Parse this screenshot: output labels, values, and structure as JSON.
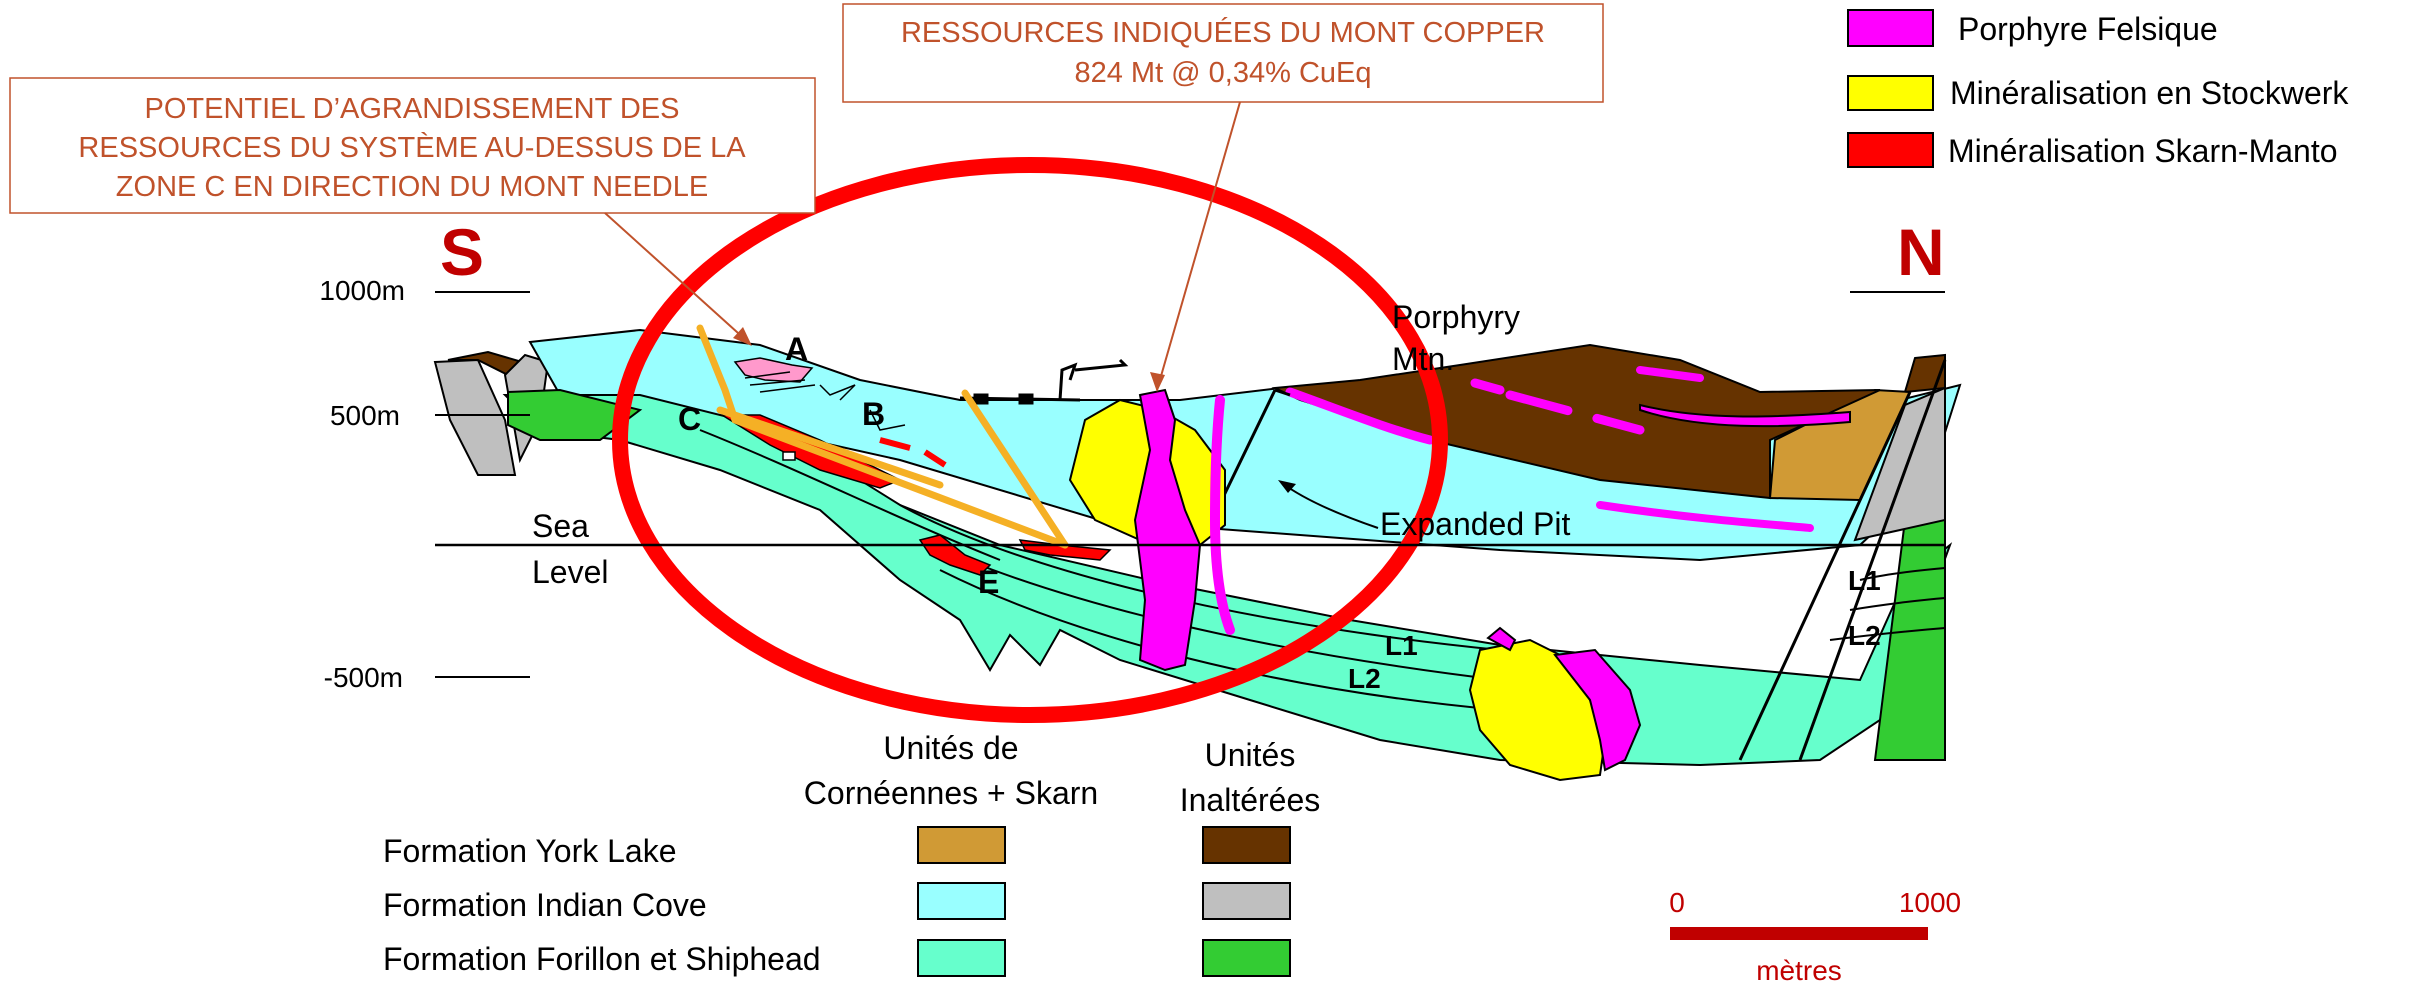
{
  "callout_resources": {
    "line1": "RESSOURCES INDIQUÉES DU MONT COPPER",
    "line2": "824 Mt @ 0,34% CuEq"
  },
  "callout_potential": {
    "line1": "POTENTIEL D’AGRANDISSEMENT  DES",
    "line2": "RESSOURCES DU SYSTÈME AU-DESSUS DE LA",
    "line3": "ZONE C EN DIRECTION DU MONT NEEDLE"
  },
  "legend_top": [
    {
      "label": "Porphyre Felsique",
      "color": "#ff00ff"
    },
    {
      "label": "Minéralisation en Stockwerk",
      "color": "#ffff00"
    },
    {
      "label": "Minéralisation Skarn-Manto",
      "color": "#ff0000"
    }
  ],
  "compass": {
    "south": "S",
    "north": "N"
  },
  "elevations": {
    "e1000": "1000m",
    "e500": "500m",
    "sea1": "Sea",
    "sea2": "Level",
    "em500": "-500m"
  },
  "zones": {
    "A": "A",
    "B": "B",
    "C": "C",
    "E": "E"
  },
  "features": {
    "porphyry1": "Porphyry",
    "porphyry2": "Mtn.",
    "expanded_pit": "Expanded Pit",
    "l1_center": "L1",
    "l2_center": "L2",
    "l1_right": "L1",
    "l2_right": "L2"
  },
  "legend_bottom": {
    "col_altered_1": "Unités de",
    "col_altered_2": "Cornéennes + Skarn",
    "col_unaltered_1": "Unités",
    "col_unaltered_2": "Inaltérées",
    "rows": [
      {
        "label": "Formation York Lake",
        "altered": "#d09a35",
        "unaltered": "#663300"
      },
      {
        "label": "Formation Indian Cove",
        "altered": "#99ffff",
        "unaltered": "#bfbfbf"
      },
      {
        "label": "Formation Forillon et Shiphead",
        "altered": "#66ffcc",
        "unaltered": "#33cc33"
      }
    ]
  },
  "scale": {
    "start": "0",
    "end": "1000",
    "unit": "mètres"
  },
  "colors": {
    "callout_border": "#c0522b",
    "ellipse": "#ff0000",
    "orange_lines": "#f5b025",
    "scale_bar": "#c00000",
    "compass_text": "#c00000"
  }
}
